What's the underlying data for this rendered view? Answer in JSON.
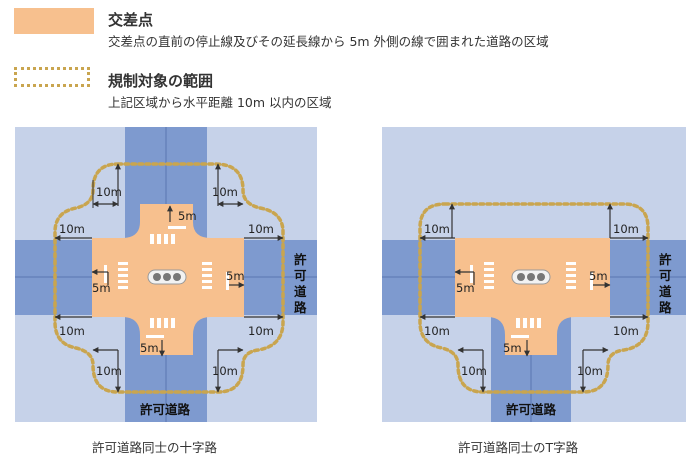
{
  "legend": {
    "intersection": {
      "title": "交差点",
      "description": "交差点の直前の停止線及びその延長線から 5m 外側の線で囲まれた道路の区域"
    },
    "restricted": {
      "title": "規制対象の範囲",
      "description": "上記区域から水平距離 10m 以内の区域"
    }
  },
  "labels": {
    "ten_m": "10m",
    "five_m": "5m",
    "road_vertical": [
      "許",
      "可",
      "道",
      "路"
    ],
    "road_horizontal": "許可道路"
  },
  "captions": {
    "cross": "許可道路同士の十字路",
    "t": "許可道路同士のT字路"
  },
  "colors": {
    "orange": "#F7C08E",
    "road": "#7E9ACF",
    "background_area": "#C6D2E9",
    "dotted": "#C9A54F",
    "arrow": "#333333"
  }
}
